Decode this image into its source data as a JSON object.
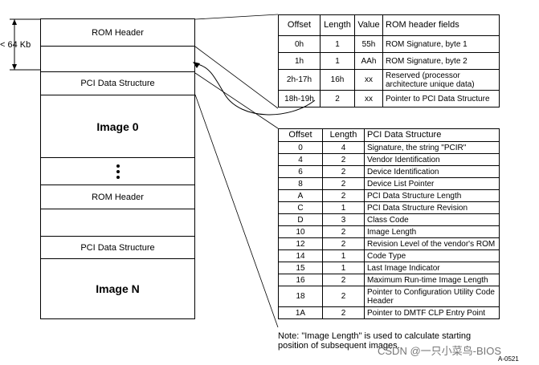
{
  "size_label": "< 64 Kb",
  "stack": {
    "rom_header_1": "ROM Header",
    "pci_ds_1": "PCI Data Structure",
    "image_0": "Image 0",
    "rom_header_2": "ROM Header",
    "pci_ds_2": "PCI Data Structure",
    "image_n": "Image N"
  },
  "rom_table": {
    "headers": [
      "Offset",
      "Length",
      "Value",
      "ROM header fields"
    ],
    "rows": [
      [
        "0h",
        "1",
        "55h",
        "ROM Signature, byte 1"
      ],
      [
        "1h",
        "1",
        "AAh",
        "ROM Signature, byte 2"
      ],
      [
        "2h-17h",
        "16h",
        "xx",
        "Reserved (processor architecture unique data)"
      ],
      [
        "18h-19h",
        "2",
        "xx",
        "Pointer to PCI Data Structure"
      ]
    ]
  },
  "pci_table": {
    "headers": [
      "Offset",
      "Length",
      "PCI Data Structure"
    ],
    "rows": [
      [
        "0",
        "4",
        "Signature, the string \"PCIR\""
      ],
      [
        "4",
        "2",
        "Vendor Identification"
      ],
      [
        "6",
        "2",
        "Device Identification"
      ],
      [
        "8",
        "2",
        "Device List Pointer"
      ],
      [
        "A",
        "2",
        "PCI Data Structure Length"
      ],
      [
        "C",
        "1",
        "PCI Data Structure Revision"
      ],
      [
        "D",
        "3",
        "Class Code"
      ],
      [
        "10",
        "2",
        "Image Length"
      ],
      [
        "12",
        "2",
        "Revision Level of the vendor's ROM"
      ],
      [
        "14",
        "1",
        "Code Type"
      ],
      [
        "15",
        "1",
        "Last Image Indicator"
      ],
      [
        "16",
        "2",
        "Maximum Run-time Image Length"
      ],
      [
        "18",
        "2",
        "Pointer to Configuration Utility Code Header"
      ],
      [
        "1A",
        "2",
        "Pointer to DMTF CLP Entry Point"
      ]
    ]
  },
  "note": "Note:  \"Image Length\" is used to calculate starting position of subsequent images.",
  "figure_id": "A-0521",
  "watermark": "CSDN @一只小菜鸟-BIOS"
}
